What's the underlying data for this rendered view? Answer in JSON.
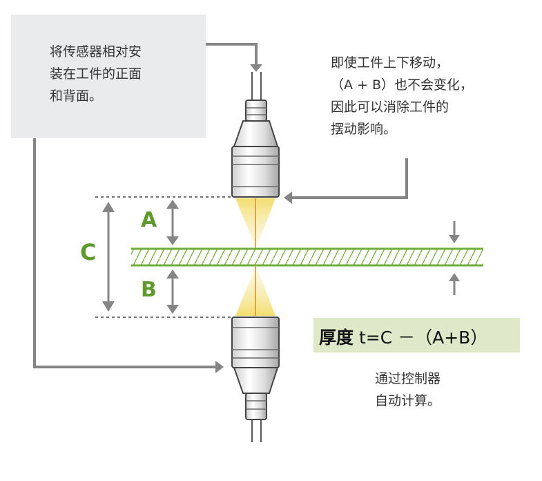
{
  "notes": {
    "top_left": [
      "将传感器相对安",
      "装在工件的正面",
      "和背面。"
    ],
    "right": [
      "即使工件上下移动，",
      "（A + B）也不会变化，",
      "因此可以消除工件的",
      "摆动影响。"
    ],
    "bottom": [
      "通过控制器",
      "自动计算。"
    ]
  },
  "labels": {
    "a": "A",
    "b": "B",
    "c": "C"
  },
  "formula": {
    "prefix": "厚度",
    "expression": "t=C －（A+B）"
  },
  "colors": {
    "accent_green": "#5f9a2b",
    "workpiece_green": "#6fae3a",
    "formula_bg": "#dde9c8",
    "note_box_bg": "#e9ebec",
    "arrow_gray": "#858585",
    "beam_yellow": "#f3e59a",
    "beam_line": "#e08a2a"
  },
  "icons": [
    "sensor-top-icon",
    "sensor-bottom-icon",
    "arrow-down-icon",
    "arrow-up-icon"
  ]
}
